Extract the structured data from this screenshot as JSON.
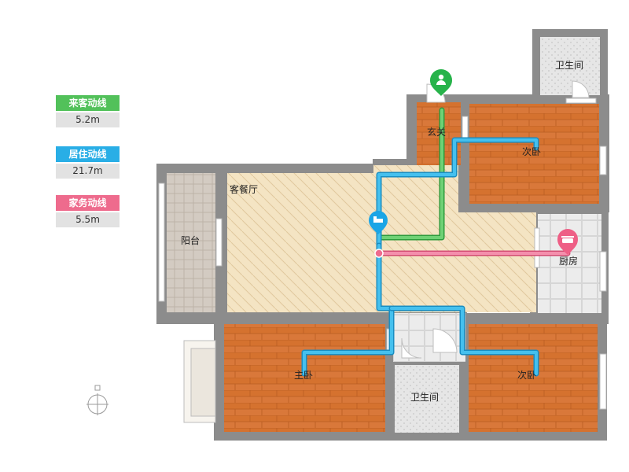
{
  "legend": [
    {
      "label": "来客动线",
      "value": "5.2m",
      "color": "#52c15a"
    },
    {
      "label": "居住动线",
      "value": "21.7m",
      "color": "#29aee6"
    },
    {
      "label": "家务动线",
      "value": "5.5m",
      "color": "#ee6b8d"
    }
  ],
  "rooms": {
    "entrance": "玄关",
    "bedroom_ne": "次卧",
    "bathroom_n": "卫生间",
    "living_dining": "客餐厅",
    "balcony": "阳台",
    "kitchen": "厨房",
    "master_bedroom": "主卧",
    "bathroom_s": "卫生间",
    "bedroom_se": "次卧"
  },
  "colors": {
    "wall": "#8c8c8c",
    "wood_floor": "#d9783a",
    "living_floor": "#f4e4c3",
    "balcony_floor": "#d3cbc2",
    "tile_floor": "#e9e9e9",
    "guest_path": "#52c15a",
    "living_path": "#29aee6",
    "chore_path": "#ee6b8d"
  },
  "icons": [
    "guest-marker-icon",
    "bed-marker-icon",
    "pot-marker-icon",
    "compass-icon"
  ]
}
